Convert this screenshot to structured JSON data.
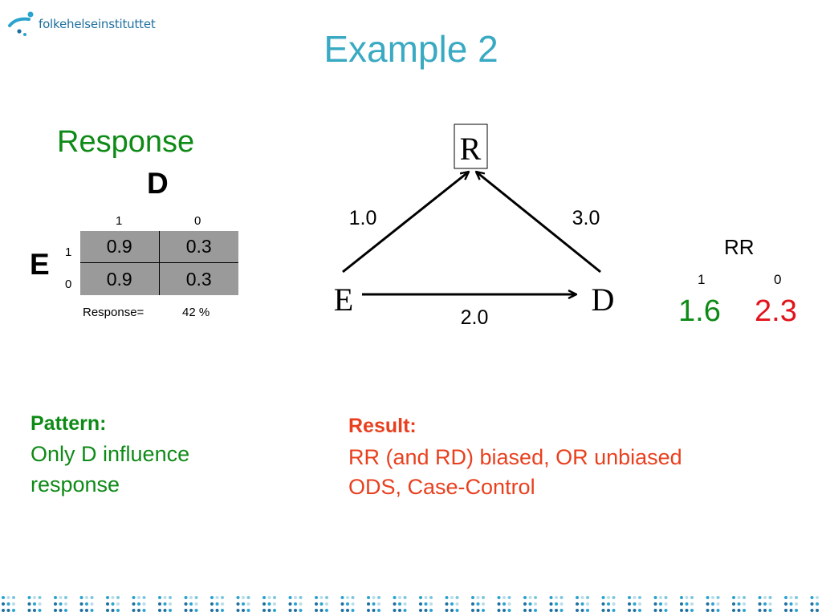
{
  "header": {
    "logo_text": "folkehelseinstituttet",
    "title": "Example 2"
  },
  "table": {
    "heading": "Response",
    "column_var": "D",
    "row_var": "E",
    "col_labels": [
      "1",
      "0"
    ],
    "row_labels": [
      "1",
      "0"
    ],
    "cells": [
      [
        "0.9",
        "0.3"
      ],
      [
        "0.9",
        "0.3"
      ]
    ],
    "response_label": "Response=",
    "response_value": "42 %"
  },
  "diagram": {
    "nodes": {
      "R": "R",
      "E": "E",
      "D": "D"
    },
    "edges": {
      "E_R": "1.0",
      "D_R": "3.0",
      "E_D": "2.0"
    }
  },
  "rr": {
    "title": "RR",
    "col_labels": [
      "1",
      "0"
    ],
    "values": [
      "1.6",
      "2.3"
    ]
  },
  "pattern": {
    "title": "Pattern:",
    "line1": "Only D influence",
    "line2": "response"
  },
  "result": {
    "title": "Result:",
    "line1": "RR (and RD) biased, OR unbiased",
    "line2": "ODS, Case-Control"
  },
  "colors": {
    "title": "#3aaac3",
    "green": "#0e8a16",
    "red": "#e3131b",
    "orange": "#e8401f",
    "edge_label": "#1111cc",
    "table_bg": "#9a9a9a"
  }
}
